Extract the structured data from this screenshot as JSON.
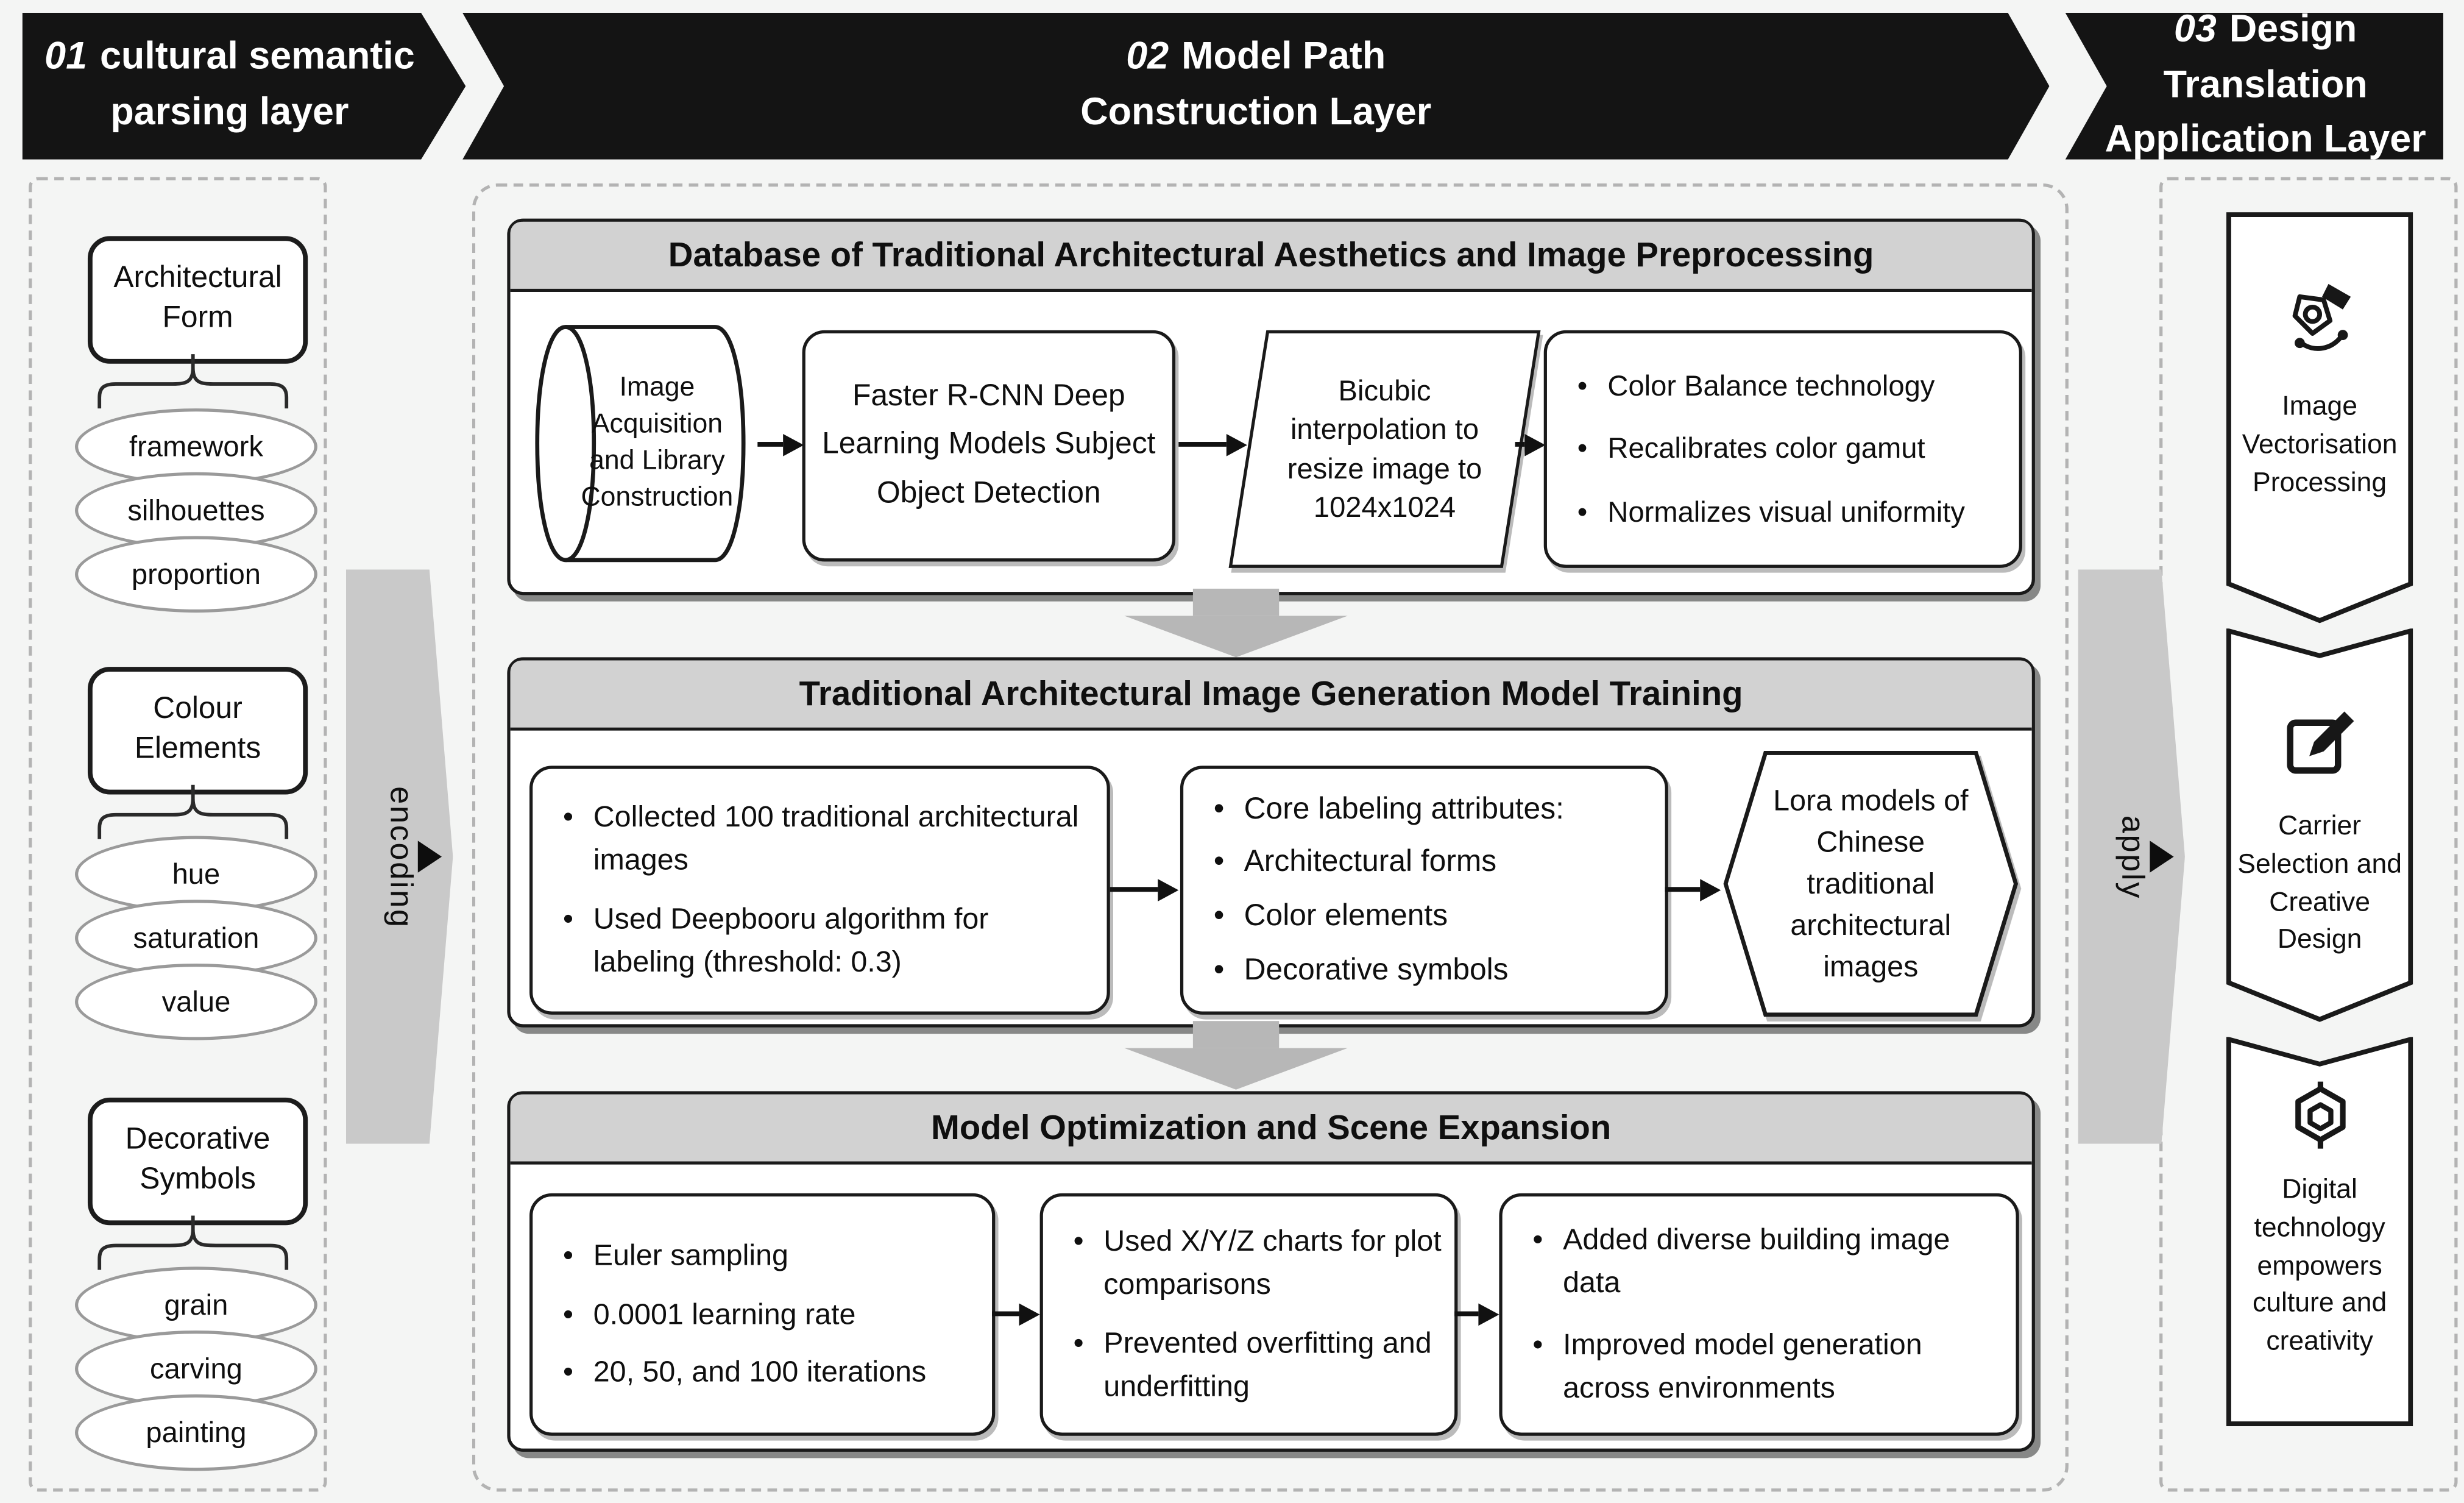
{
  "header": {
    "step1": {
      "num": "01",
      "line1": "cultural semantic",
      "line2": "parsing layer"
    },
    "step2": {
      "num": "02",
      "line1": "Model Path",
      "line2": "Construction Layer"
    },
    "step3": {
      "num": "03",
      "line1": "Design Translation",
      "line2": "Application Layer"
    }
  },
  "left_panel": {
    "encoding_label": "encoding",
    "groups": [
      {
        "title": "Architectural Form",
        "items": [
          "framework",
          "silhouettes",
          "proportion"
        ]
      },
      {
        "title": "Colour Elements",
        "items": [
          "hue",
          "saturation",
          "value"
        ]
      },
      {
        "title": "Decorative Symbols",
        "items": [
          "grain",
          "carving",
          "painting"
        ]
      }
    ]
  },
  "sections": [
    {
      "title": "Database of Traditional Architectural Aesthetics and Image Preprocessing",
      "cylinder": "Image Acquisition and Library Construction",
      "detection_box": "Faster R-CNN Deep Learning Models Subject Object Detection",
      "parallelogram": "Bicubic interpolation to resize image to 1024x1024",
      "bullets": [
        "Color Balance technology",
        "Recalibrates color gamut",
        "Normalizes visual uniformity"
      ]
    },
    {
      "title": "Traditional Architectural Image Generation Model Training",
      "box1_bullets": [
        "Collected 100 traditional architectural images",
        "Used Deepbooru algorithm for labeling (threshold: 0.3)"
      ],
      "box2_bullets": [
        "Core labeling attributes:",
        "Architectural forms",
        "Color elements",
        "Decorative symbols"
      ],
      "hexagon": "Lora models of Chinese traditional architectural images"
    },
    {
      "title": "Model Optimization and Scene Expansion",
      "box1_bullets": [
        "Euler sampling",
        "0.0001 learning rate",
        "20, 50, and 100 iterations"
      ],
      "box2_bullets": [
        "Used X/Y/Z charts for plot comparisons",
        "Prevented overfitting and underfitting"
      ],
      "box3_bullets": [
        "Added diverse building image data",
        "Improved model generation across environments"
      ]
    }
  ],
  "right_panel": {
    "apply_label": "apply",
    "panels": [
      {
        "icon": "pen-nib-icon",
        "label": "Image Vectorisation Processing"
      },
      {
        "icon": "edit-pencil-icon",
        "label": "Carrier Selection and Creative Design"
      },
      {
        "icon": "hexagon-gear-icon",
        "label": "Digital technology empowers culture and creativity"
      }
    ]
  },
  "colors": {
    "header_bg": "#141414",
    "title_bar": "#d2d2d2",
    "band_gray": "#c9c9c9",
    "arrow_gray": "#b7b7b7",
    "page_bg": "#f4f5f4"
  }
}
